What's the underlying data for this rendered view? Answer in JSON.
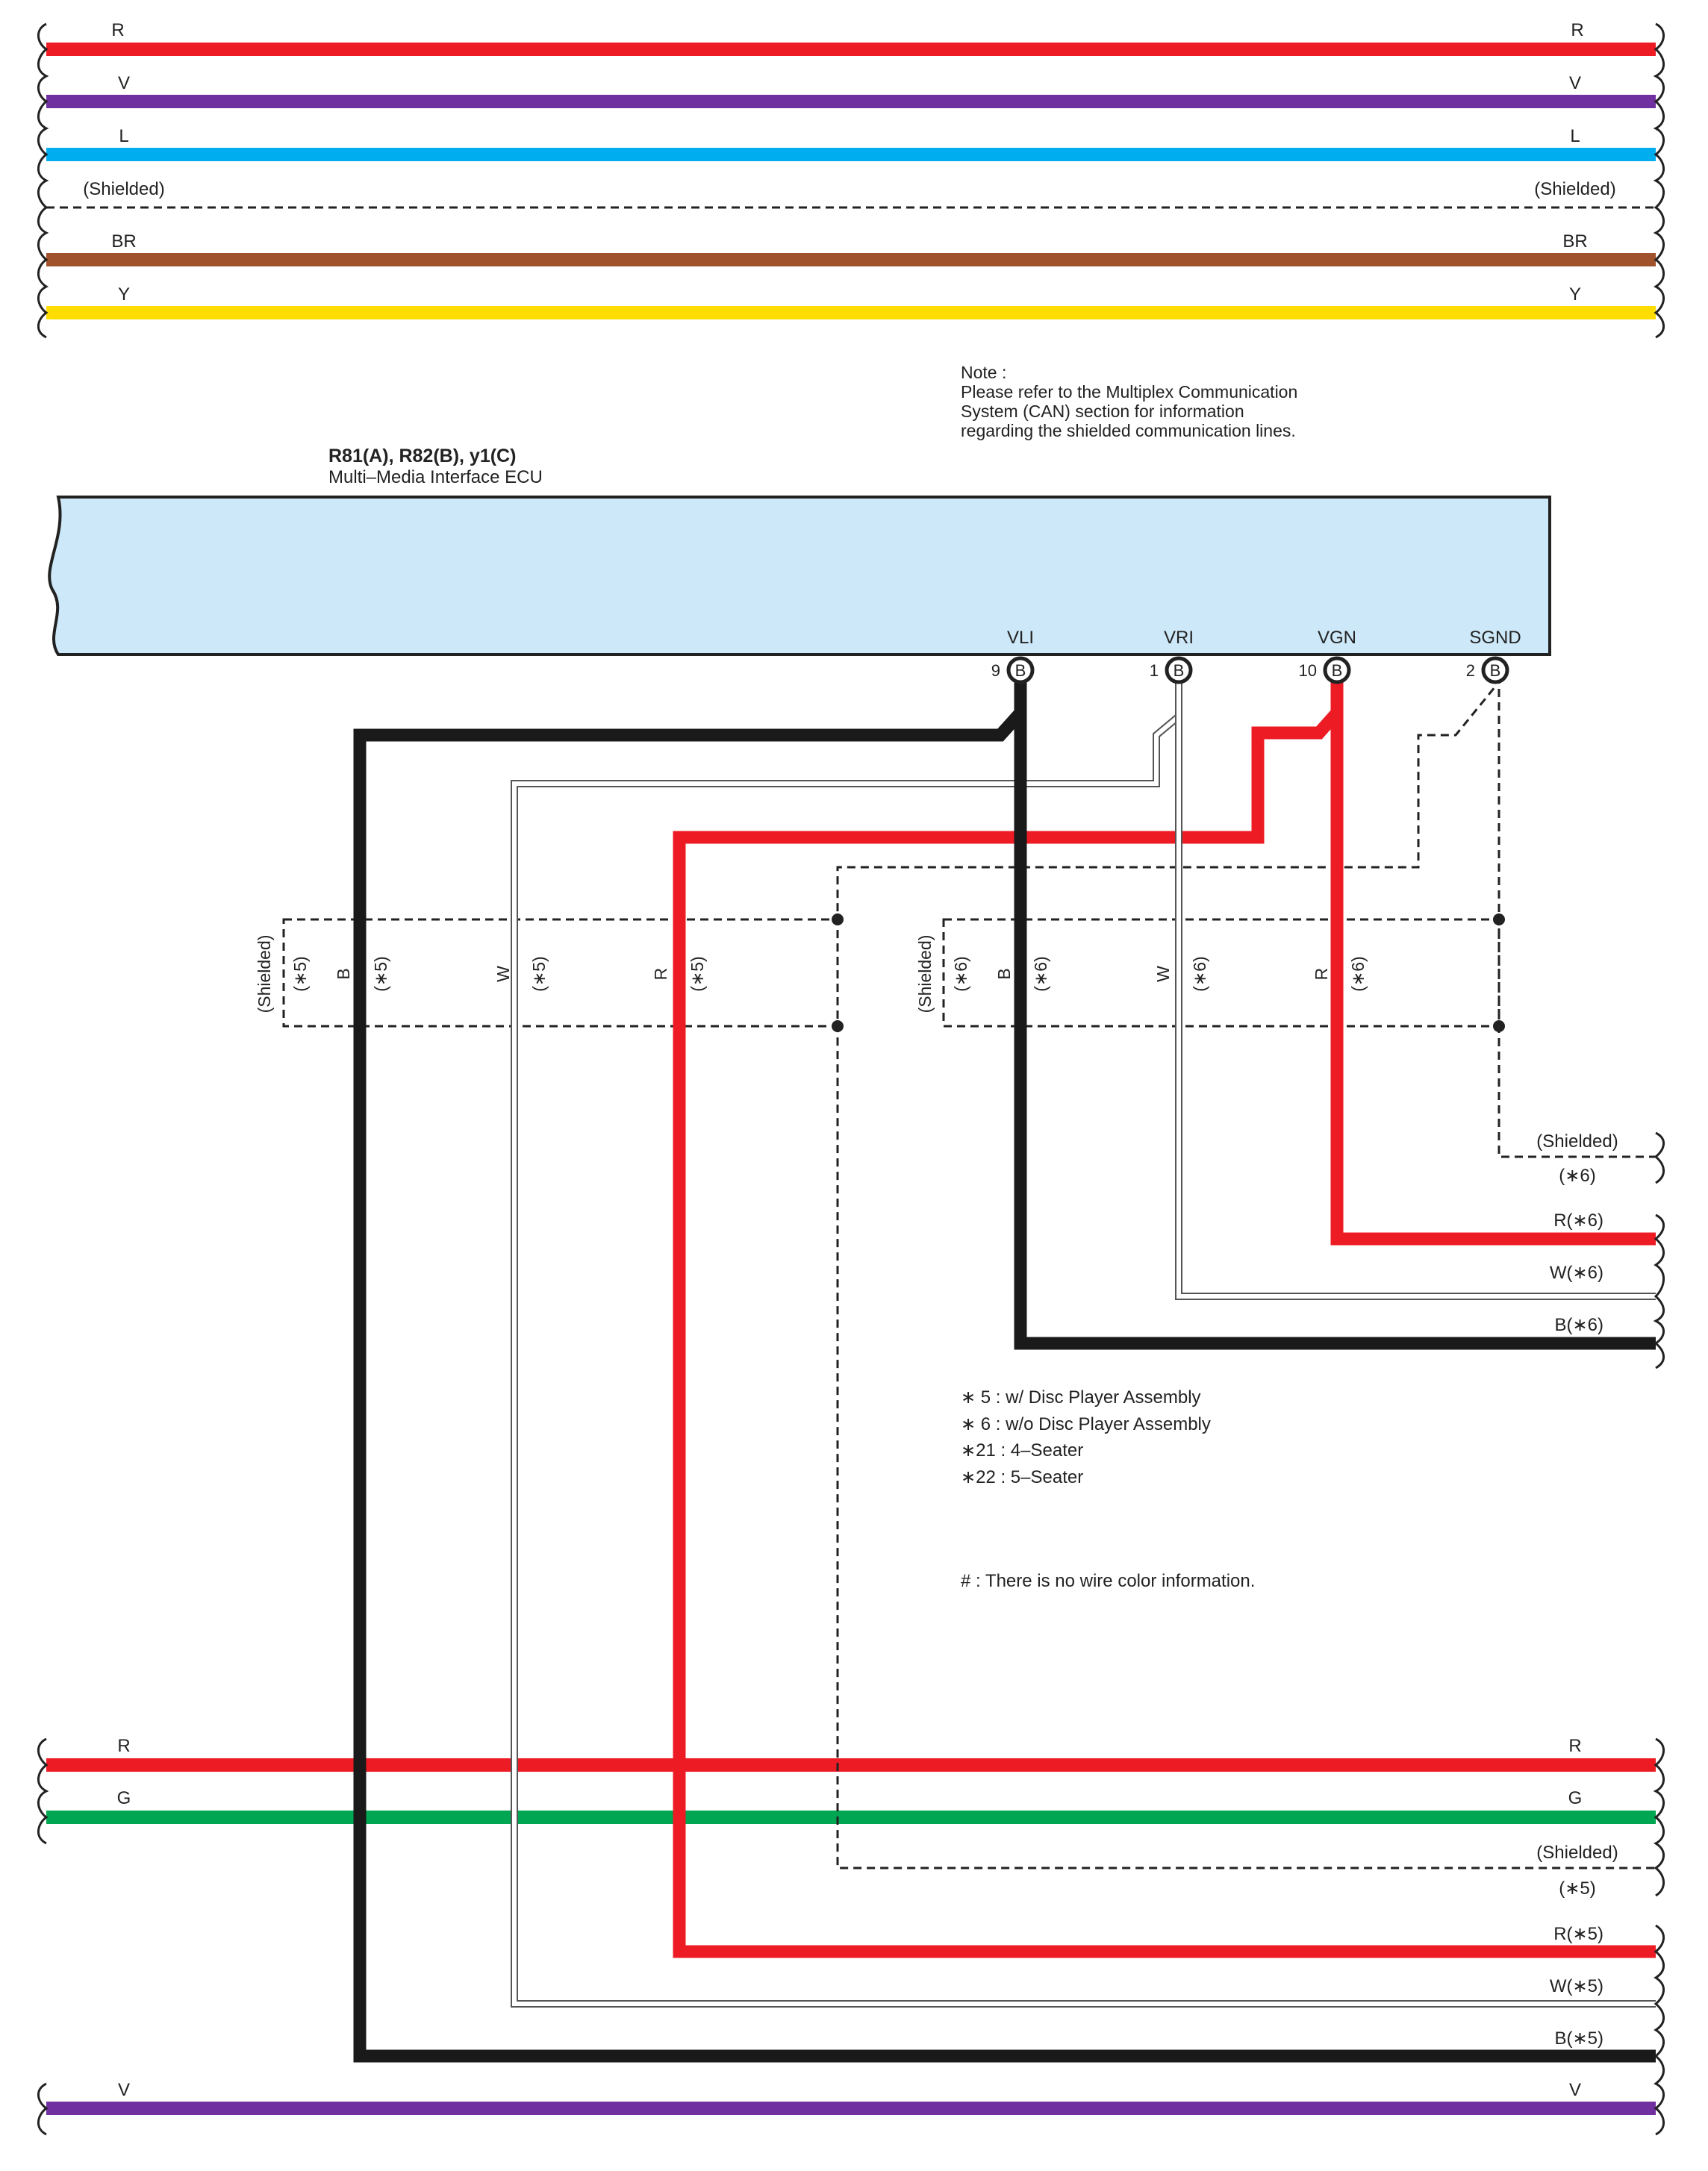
{
  "colors": {
    "R": "#ed1c24",
    "V": "#7030a0",
    "L": "#00aeef",
    "BR": "#a0522d",
    "Y": "#ffdd00",
    "G": "#00a651",
    "B": "#1a1a1a",
    "W": "#ffffff",
    "ecu_fill": "#cde8f8"
  },
  "top_wires": [
    {
      "label_left": "R",
      "label_right": "R",
      "color": "R"
    },
    {
      "label_left": "V",
      "label_right": "V",
      "color": "V"
    },
    {
      "label_left": "L",
      "label_right": "L",
      "color": "L"
    },
    {
      "label_left": "(Shielded)",
      "label_right": "(Shielded)",
      "color": "shield"
    },
    {
      "label_left": "BR",
      "label_right": "BR",
      "color": "BR"
    },
    {
      "label_left": "Y",
      "label_right": "Y",
      "color": "Y"
    }
  ],
  "note": {
    "line1": "Note :",
    "line2": "Please refer to the Multiplex Communication",
    "line3": "System (CAN) section for information",
    "line4": "regarding the shielded communication lines."
  },
  "ecu": {
    "connector_ids": "R81(A), R82(B), y1(C)",
    "name": "Multi–Media Interface ECU",
    "terminals": [
      {
        "name": "VLI",
        "pin": "9",
        "conn": "B"
      },
      {
        "name": "VRI",
        "pin": "1",
        "conn": "B"
      },
      {
        "name": "VGN",
        "pin": "10",
        "conn": "B"
      },
      {
        "name": "SGND",
        "pin": "2",
        "conn": "B"
      }
    ]
  },
  "shield_left": {
    "title": "(Shielded)",
    "labels": [
      "(∗5)",
      "B",
      "(∗5)",
      "W",
      "(∗5)",
      "R",
      "(∗5)"
    ]
  },
  "shield_right": {
    "title": "(Shielded)",
    "labels": [
      "(∗6)",
      "B",
      "(∗6)",
      "W",
      "(∗6)",
      "R",
      "(∗6)"
    ]
  },
  "right_outputs_6": {
    "shielded": "(Shielded)",
    "shielded_note": "(∗6)",
    "r": "R(∗6)",
    "w": "W(∗6)",
    "b": "B(∗6)"
  },
  "legend": {
    "n5": "∗ 5 : w/ Disc Player Assembly",
    "n6": "∗ 6 : w/o Disc Player Assembly",
    "n21": "∗21 : 4–Seater",
    "n22": "∗22 : 5–Seater",
    "hash": "# : There is no wire color information."
  },
  "bottom_wires": [
    {
      "label_left": "R",
      "label_right": "R",
      "color": "R"
    },
    {
      "label_left": "G",
      "label_right": "G",
      "color": "G"
    }
  ],
  "right_outputs_5": {
    "shielded": "(Shielded)",
    "shielded_note": "(∗5)",
    "r": "R(∗5)",
    "w": "W(∗5)",
    "b": "B(∗5)"
  },
  "bottom_v": {
    "label_left": "V",
    "label_right": "V",
    "color": "V"
  }
}
